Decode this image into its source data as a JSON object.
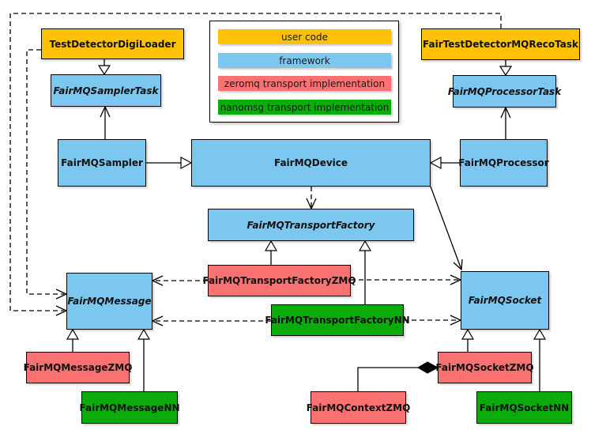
{
  "legend": {
    "items": [
      {
        "id": "user-code",
        "label": "user code",
        "color": "#FFC107"
      },
      {
        "id": "framework",
        "label": "framework",
        "color": "#7CC7F0"
      },
      {
        "id": "zeromq",
        "label": "zeromq transport implementation",
        "color": "#F97171"
      },
      {
        "id": "nanomsg",
        "label": "nanomsg transport implementation",
        "color": "#0BAB0B"
      }
    ]
  },
  "nodes": {
    "digiloader": {
      "label": "TestDetectorDigiLoader",
      "category": "user code",
      "abstract": false
    },
    "recotask": {
      "label": "FairTestDetectorMQRecoTask",
      "category": "user code",
      "abstract": false
    },
    "samplertask": {
      "label": "FairMQSamplerTask",
      "category": "framework",
      "abstract": true
    },
    "processortask": {
      "label": "FairMQProcessorTask",
      "category": "framework",
      "abstract": true
    },
    "sampler": {
      "label": "FairMQSampler",
      "category": "framework",
      "abstract": false
    },
    "device": {
      "label": "FairMQDevice",
      "category": "framework",
      "abstract": false
    },
    "processor": {
      "label": "FairMQProcessor",
      "category": "framework",
      "abstract": false
    },
    "factory": {
      "label": "FairMQTransportFactory",
      "category": "framework",
      "abstract": true
    },
    "factoryzmq": {
      "label": "FairMQTransportFactoryZMQ",
      "category": "zeromq",
      "abstract": false
    },
    "factorynn": {
      "label": "FairMQTransportFactoryNN",
      "category": "nanomsg",
      "abstract": false
    },
    "message": {
      "label": "FairMQMessage",
      "category": "framework",
      "abstract": true
    },
    "socket": {
      "label": "FairMQSocket",
      "category": "framework",
      "abstract": true
    },
    "messagezmq": {
      "label": "FairMQMessageZMQ",
      "category": "zeromq",
      "abstract": false
    },
    "messagenn": {
      "label": "FairMQMessageNN",
      "category": "nanomsg",
      "abstract": false
    },
    "contextzmq": {
      "label": "FairMQContextZMQ",
      "category": "zeromq",
      "abstract": false
    },
    "socketzmq": {
      "label": "FairMQSocketZMQ",
      "category": "zeromq",
      "abstract": false
    },
    "socketnn": {
      "label": "FairMQSocketNN",
      "category": "nanomsg",
      "abstract": false
    }
  },
  "relations": [
    {
      "from": "TestDetectorDigiLoader",
      "to": "FairMQSamplerTask",
      "type": "inheritance"
    },
    {
      "from": "FairTestDetectorMQRecoTask",
      "to": "FairMQProcessorTask",
      "type": "inheritance"
    },
    {
      "from": "FairMQSampler",
      "to": "FairMQSamplerTask",
      "type": "association"
    },
    {
      "from": "FairMQProcessor",
      "to": "FairMQProcessorTask",
      "type": "association"
    },
    {
      "from": "FairMQSampler",
      "to": "FairMQDevice",
      "type": "inheritance"
    },
    {
      "from": "FairMQProcessor",
      "to": "FairMQDevice",
      "type": "inheritance"
    },
    {
      "from": "FairMQDevice",
      "to": "FairMQTransportFactory",
      "type": "dependency"
    },
    {
      "from": "FairMQDevice",
      "to": "FairMQSocket",
      "type": "association"
    },
    {
      "from": "FairMQTransportFactoryZMQ",
      "to": "FairMQTransportFactory",
      "type": "inheritance"
    },
    {
      "from": "FairMQTransportFactoryNN",
      "to": "FairMQTransportFactory",
      "type": "inheritance"
    },
    {
      "from": "FairMQTransportFactoryZMQ",
      "to": "FairMQMessage",
      "type": "dependency"
    },
    {
      "from": "FairMQTransportFactoryZMQ",
      "to": "FairMQSocket",
      "type": "dependency"
    },
    {
      "from": "FairMQTransportFactoryNN",
      "to": "FairMQMessage",
      "type": "dependency"
    },
    {
      "from": "FairMQTransportFactoryNN",
      "to": "FairMQSocket",
      "type": "dependency"
    },
    {
      "from": "TestDetectorDigiLoader",
      "to": "FairMQMessage",
      "type": "dependency"
    },
    {
      "from": "FairTestDetectorMQRecoTask",
      "to": "FairMQMessage",
      "type": "dependency"
    },
    {
      "from": "FairMQMessageZMQ",
      "to": "FairMQMessage",
      "type": "inheritance"
    },
    {
      "from": "FairMQMessageNN",
      "to": "FairMQMessage",
      "type": "inheritance"
    },
    {
      "from": "FairMQSocketZMQ",
      "to": "FairMQSocket",
      "type": "inheritance"
    },
    {
      "from": "FairMQSocketNN",
      "to": "FairMQSocket",
      "type": "inheritance"
    },
    {
      "from": "FairMQContextZMQ",
      "to": "FairMQSocketZMQ",
      "type": "composition"
    }
  ]
}
